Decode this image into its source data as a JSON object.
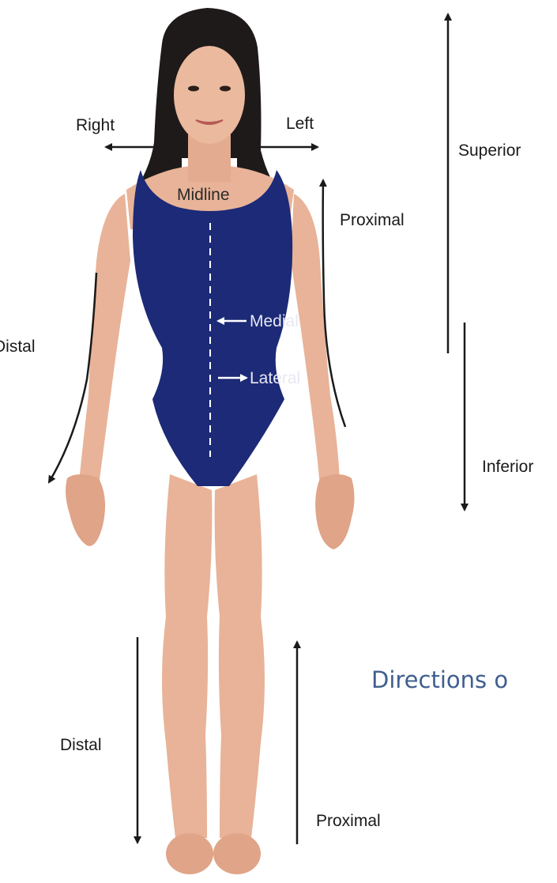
{
  "labels": {
    "right": "Right",
    "left": "Left",
    "midline": "Midline",
    "superior": "Superior",
    "proximal_arm": "Proximal",
    "distal_arm": "Distal",
    "medial": "Medial",
    "lateral": "Lateral",
    "inferior": "Inferior",
    "distal_leg": "Distal",
    "proximal_leg": "Proximal"
  },
  "caption": "Directions o",
  "colors": {
    "swimsuit": "#1c2a78",
    "skin": "#e8b398",
    "hair": "#1e1a1a",
    "arrow": "#1a1a1a",
    "caption": "#3f5f8f"
  }
}
